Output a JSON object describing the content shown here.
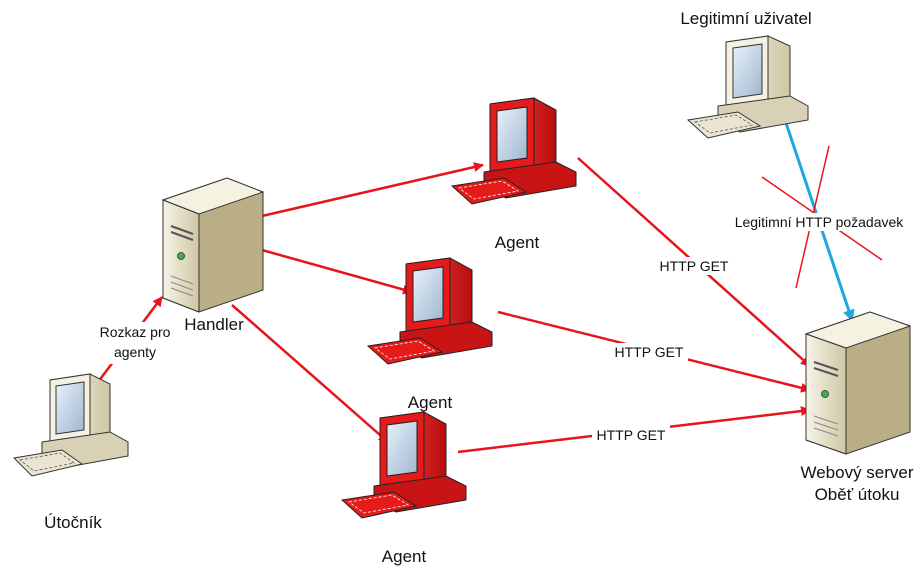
{
  "nodes": {
    "attacker": {
      "label": "Útočník"
    },
    "handler": {
      "label": "Handler"
    },
    "agent_top": {
      "label": "Agent"
    },
    "agent_mid": {
      "label": "Agent"
    },
    "agent_bot": {
      "label": "Agent"
    },
    "legit_user": {
      "label": "Legitimní uživatel"
    },
    "server": {
      "label_line1": "Webový server",
      "label_line2": "Oběť útoku"
    }
  },
  "edges": {
    "command": {
      "label_line1": "Rozkaz pro",
      "label_line2": "agenty"
    },
    "get_top": {
      "label": "HTTP GET"
    },
    "get_mid": {
      "label": "HTTP GET"
    },
    "get_bot": {
      "label": "HTTP GET"
    },
    "legit_request": {
      "label": "Legitimní HTTP požadavek"
    }
  },
  "colors": {
    "attack": "#e8141b",
    "legit": "#1ea7e1",
    "agent_pc": "#e51b1b",
    "pc_beige": "#e9e5d2",
    "server_beige": "#e6dcbc"
  }
}
